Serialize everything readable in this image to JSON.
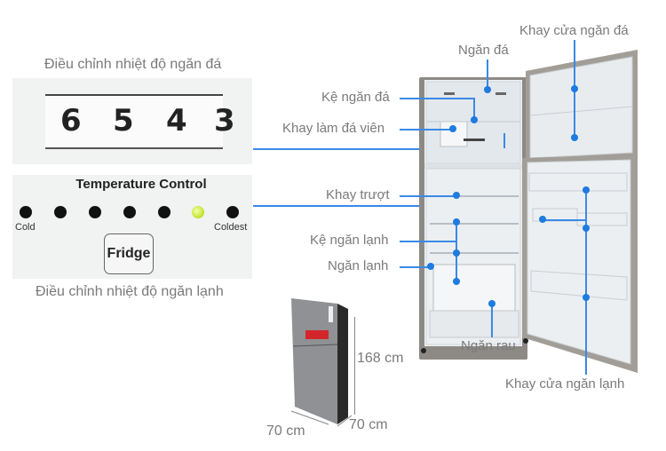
{
  "freezer_control": {
    "caption": "Điều chỉnh nhiệt độ ngăn đá",
    "dial_numbers": [
      "6",
      "5",
      "4",
      "3"
    ]
  },
  "fridge_control": {
    "title": "Temperature Control",
    "left_label": "Cold",
    "right_label": "Coldest",
    "led_count": 7,
    "active_led_index": 5,
    "button_label": "Fridge",
    "caption": "Điều chỉnh nhiệt độ ngăn lạnh"
  },
  "callouts": {
    "ngan_da": "Ngăn đá",
    "khay_cua_ngan_da": "Khay cửa ngăn đá",
    "ke_ngan_da": "Kệ ngăn đá",
    "khay_lam_da_vien": "Khay làm đá viên",
    "khay_truot": "Khay trượt",
    "ke_ngan_lanh": "Kệ ngăn lạnh",
    "ngan_lanh": "Ngăn lạnh",
    "ngan_rau": "Ngăn rau",
    "khay_cua_ngan_lanh": "Khay cửa ngăn lạnh"
  },
  "dimensions": {
    "height": "168 cm",
    "width": "70 cm",
    "depth": "70 cm"
  },
  "colors": {
    "callout_blue": "#1e7be0",
    "label_gray": "#7a7a7a",
    "led_active": "#c8e636"
  }
}
